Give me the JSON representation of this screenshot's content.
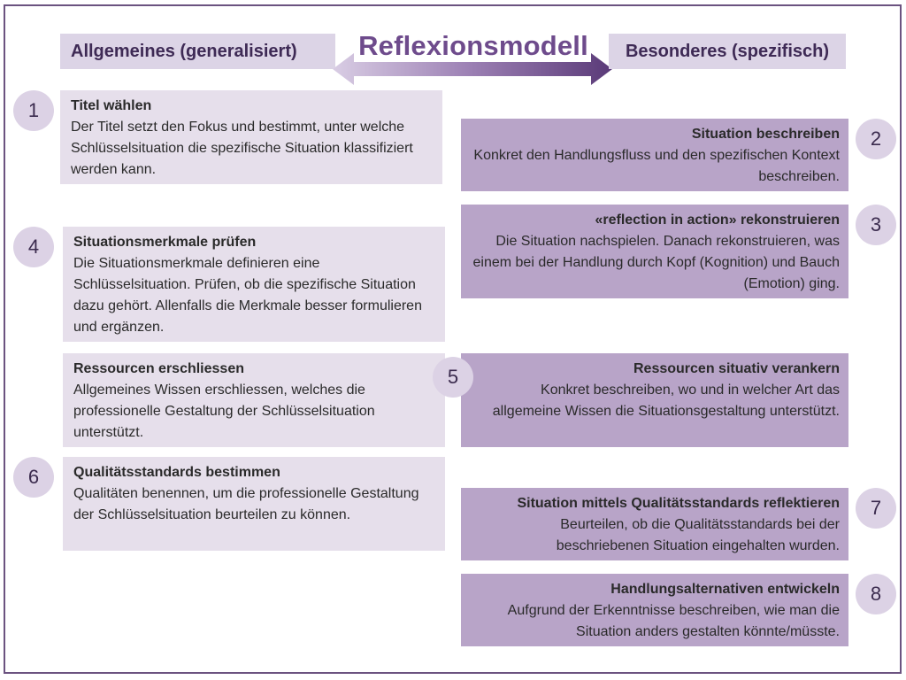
{
  "title": "Reflexionsmodell",
  "header_left": "Allgemeines  (generalisiert)",
  "header_right": "Besonderes (spezifisch)",
  "steps": [
    {
      "num": "1",
      "title": "Titel wählen",
      "text": "Der Titel setzt den Fokus und bestimmt, unter welche Schlüsselsituation die spezifische Situation klassifiziert werden kann."
    },
    {
      "num": "2",
      "title": "Situation beschreiben",
      "text": "Konkret den Handlungsfluss und den spezifischen Kontext beschreiben."
    },
    {
      "num": "3",
      "title": "«reflection in action» rekonstruieren",
      "text": "Die Situation nachspielen. Danach rekonstruieren, was einem bei der Handlung durch Kopf (Kognition) und Bauch (Emotion) ging."
    },
    {
      "num": "4",
      "title": "Situationsmerkmale prüfen",
      "text": "Die Situationsmerkmale definieren eine Schlüsselsituation. Prüfen, ob  die spezifische Situation dazu gehört. Allenfalls die Merkmale besser formulieren und ergänzen."
    },
    {
      "num": "5",
      "title_left": "Ressourcen erschliessen",
      "text_left": "Allgemeines Wissen erschliessen, welches die professionelle Gestaltung der Schlüsselsituation unterstützt.",
      "title_right": "Ressourcen situativ verankern",
      "text_right": "Konkret beschreiben, wo und in welcher Art das allgemeine Wissen die Situationsgestaltung unterstützt."
    },
    {
      "num": "6",
      "title": "Qualitätsstandards bestimmen",
      "text": "Qualitäten benennen, um die professionelle Gestaltung der Schlüsselsituation beurteilen zu können."
    },
    {
      "num": "7",
      "title": "Situation  mittels Qualitätsstandards reflektieren",
      "text": "Beurteilen, ob die Qualitätsstandards bei der beschriebenen Situation eingehalten wurden."
    },
    {
      "num": "8",
      "title": "Handlungsalternativen entwickeln",
      "text": "Aufgrund der Erkenntnisse beschreiben, wie man die Situation anders gestalten könnte/müsste."
    }
  ]
}
